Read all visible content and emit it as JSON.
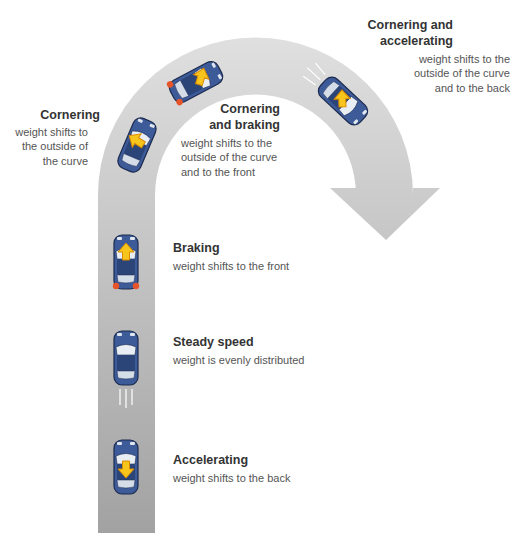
{
  "diagram": {
    "labels": [
      "Cornering and accelerating",
      "weight shifts to the outside of the curve and to the back",
      "Cornering",
      "weight shifts to the outside of the curve",
      "Cornering and braking",
      "weight shifts to the outside of the curve and to the front",
      "Braking",
      "weight shifts to the front",
      "Steady speed",
      "weight is evenly distributed",
      "Accelerating",
      "weight shifts to the back"
    ]
  }
}
